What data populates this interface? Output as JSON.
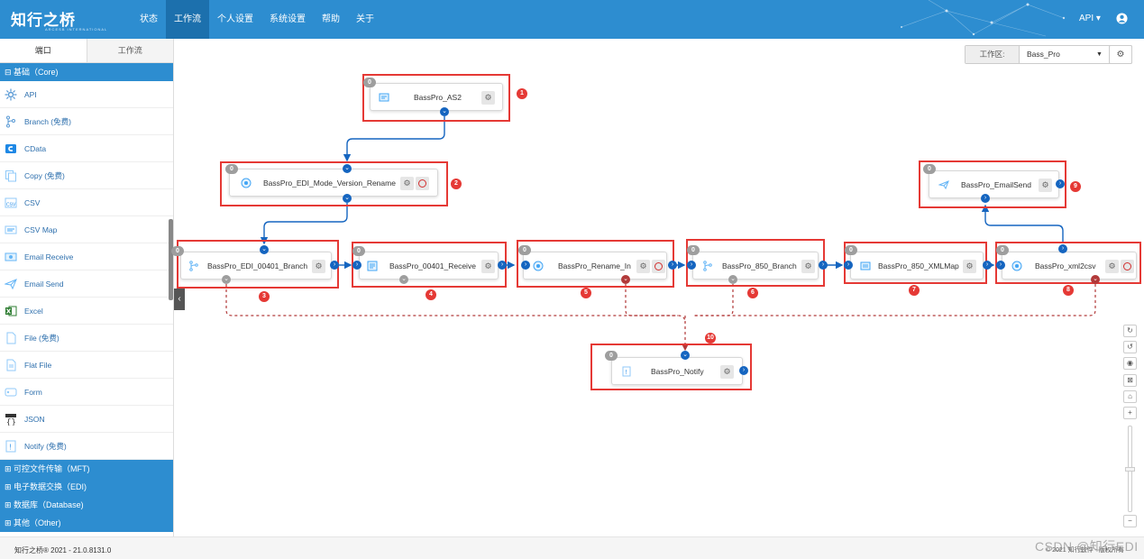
{
  "app": {
    "logo": "知行之桥",
    "logo_sub": "ARCESB INTERNATIONAL"
  },
  "nav": {
    "items": [
      "状态",
      "工作流",
      "个人设置",
      "系统设置",
      "帮助",
      "关于"
    ],
    "active": "工作流"
  },
  "header": {
    "api_menu": "API ▾"
  },
  "sidebar": {
    "tabs": [
      "端口",
      "工作流"
    ],
    "core_category": "⊟ 基础（Core)",
    "items": [
      {
        "label": "API",
        "icon": "api-icon"
      },
      {
        "label": "Branch (免费)",
        "icon": "branch-icon"
      },
      {
        "label": "CData",
        "icon": "cdata-icon"
      },
      {
        "label": "Copy (免费)",
        "icon": "copy-icon"
      },
      {
        "label": "CSV",
        "icon": "csv-icon"
      },
      {
        "label": "CSV Map",
        "icon": "csv-map-icon"
      },
      {
        "label": "Email Receive",
        "icon": "email-receive-icon"
      },
      {
        "label": "Email Send",
        "icon": "email-send-icon"
      },
      {
        "label": "Excel",
        "icon": "excel-icon"
      },
      {
        "label": "File (免费)",
        "icon": "file-icon"
      },
      {
        "label": "Flat File",
        "icon": "flat-file-icon"
      },
      {
        "label": "Form",
        "icon": "form-icon"
      },
      {
        "label": "JSON",
        "icon": "json-icon"
      },
      {
        "label": "Notify (免费)",
        "icon": "notify-icon"
      }
    ],
    "categories": [
      "⊞ 可控文件传输（MFT)",
      "⊞ 电子数据交换（EDI)",
      "⊞ 数据库（Database)",
      "⊞ 其他（Other)"
    ]
  },
  "workspace": {
    "label": "工作区:",
    "value": "Bass_Pro"
  },
  "nodes": [
    {
      "id": "as2",
      "label": "BassPro_AS2",
      "badge": "0",
      "number": "1",
      "icon": "as2-icon"
    },
    {
      "id": "rename_v",
      "label": "BassPro_EDI_Mode_Version_Rename",
      "badge": "0",
      "number": "2",
      "icon": "script-icon"
    },
    {
      "id": "branch401",
      "label": "BassPro_EDI_00401_Branch",
      "badge": "0",
      "number": "3",
      "icon": "branch-icon"
    },
    {
      "id": "receive",
      "label": "BassPro_00401_Receive",
      "badge": "0",
      "number": "4",
      "icon": "edi-icon"
    },
    {
      "id": "rename_in",
      "label": "BassPro_Rename_In",
      "badge": "0",
      "number": "5",
      "icon": "script-icon"
    },
    {
      "id": "branch850",
      "label": "BassPro_850_Branch",
      "badge": "0",
      "number": "6",
      "icon": "branch-icon"
    },
    {
      "id": "xmlmap",
      "label": "BassPro_850_XMLMap",
      "badge": "0",
      "number": "7",
      "icon": "xml-map-icon"
    },
    {
      "id": "xml2csv",
      "label": "BassPro_xml2csv",
      "badge": "0",
      "number": "8",
      "icon": "script-icon"
    },
    {
      "id": "email",
      "label": "BassPro_EmailSend",
      "badge": "0",
      "number": "9",
      "icon": "email-send-icon"
    },
    {
      "id": "notify",
      "label": "BassPro_Notify",
      "badge": "0",
      "number": "10",
      "icon": "notify-icon"
    }
  ],
  "footer": {
    "copyright": "知行之桥® 2021 - 21.0.8131.0",
    "right": "© 2021 知行软件 - 版权所有"
  },
  "watermark": "CSDN @知行EDI",
  "colors": {
    "brand": "#2d8dd0",
    "nav_active": "#1c70ad",
    "port": "#1565c0",
    "highlight": "#e53935",
    "error_link": "#b23a3a"
  }
}
